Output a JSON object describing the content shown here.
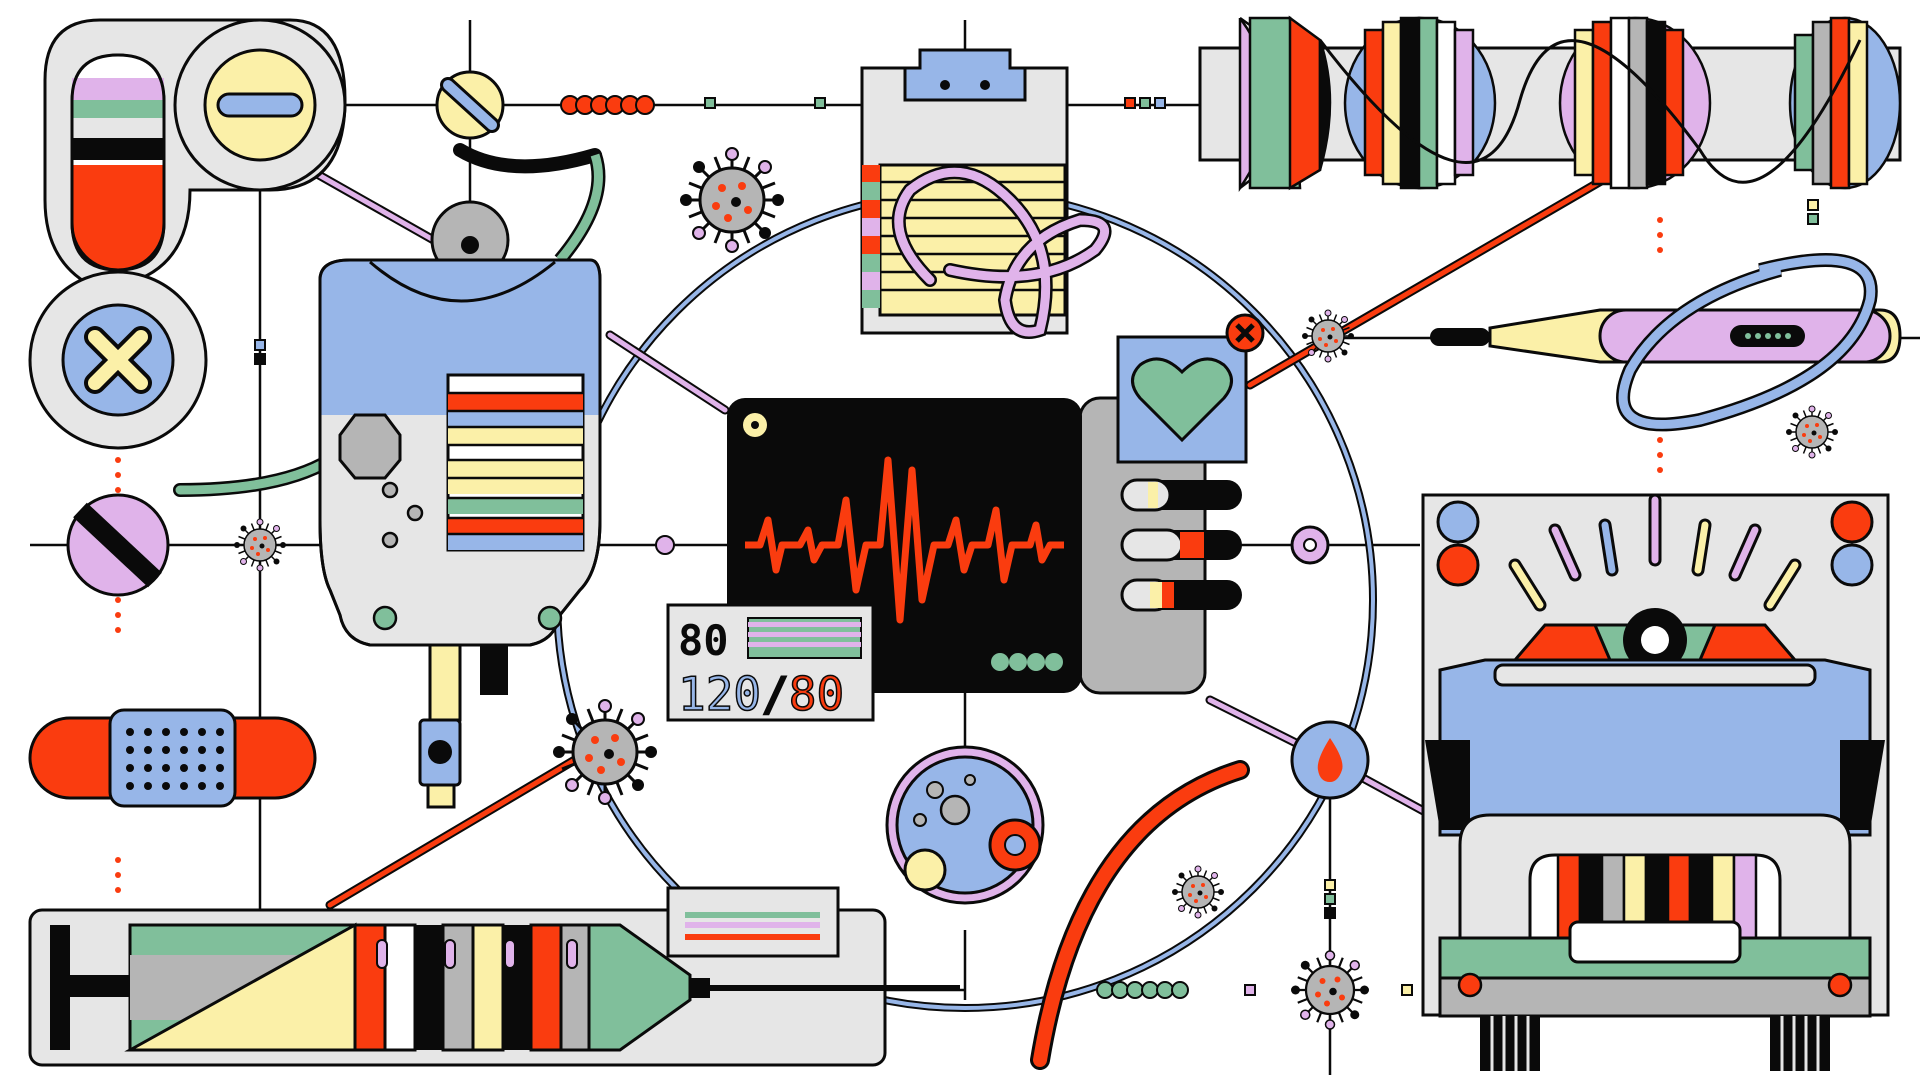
{
  "palette": {
    "black": "#0a0a0a",
    "red": "#fa3c0f",
    "blue": "#97b6e8",
    "green": "#80bf9b",
    "yellow": "#fbf0a8",
    "pink": "#e0b3ea",
    "gray": "#b5b5b5",
    "light_gray": "#e6e6e6",
    "white": "#ffffff"
  },
  "monitor": {
    "pulse_value": "80",
    "bp_systolic": "120",
    "bp_separator": "/",
    "bp_diastolic": "80"
  },
  "icons": [
    "capsule-icon",
    "pill-icon",
    "cross-icon",
    "iv-bag-icon",
    "clipboard-icon",
    "dna-icon",
    "virus-icon",
    "heart-icon",
    "close-icon",
    "ecg-monitor-icon",
    "thermometer-icon",
    "ambulance-icon",
    "bandage-icon",
    "syringe-icon",
    "petri-dish-icon",
    "blood-drop-icon",
    "cardiogram-icon"
  ]
}
